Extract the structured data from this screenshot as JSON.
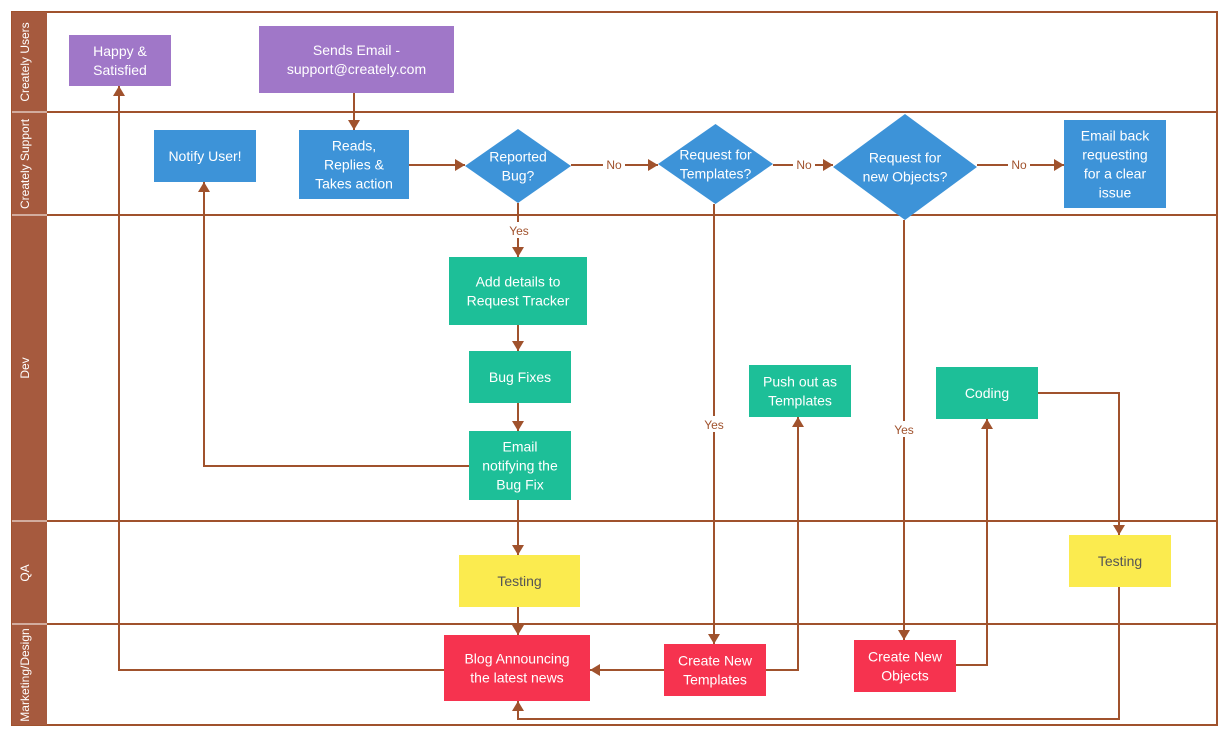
{
  "colors": {
    "lane_border": "#a0522d",
    "lane_header": "#a65a3e",
    "purple": "#a077c8",
    "blue": "#3d93d8",
    "green": "#1dbf98",
    "yellow": "#fbeb4f",
    "red": "#f6334f"
  },
  "lanes": [
    {
      "id": "users",
      "label": "Creately Users"
    },
    {
      "id": "support",
      "label": "Creately Support"
    },
    {
      "id": "dev",
      "label": "Dev"
    },
    {
      "id": "qa",
      "label": "QA"
    },
    {
      "id": "marketing",
      "label": "Marketing/Design"
    }
  ],
  "nodes": {
    "happy": {
      "lines": [
        "Happy &",
        "Satisfied"
      ],
      "color": "purple"
    },
    "sends_email": {
      "lines": [
        "Sends Email -",
        "support@creately.com"
      ],
      "color": "purple"
    },
    "notify_user": {
      "lines": [
        "Notify User!"
      ],
      "color": "blue"
    },
    "reads": {
      "lines": [
        "Reads,",
        "Replies &",
        "Takes action"
      ],
      "color": "blue"
    },
    "reported_bug": {
      "lines": [
        "Reported",
        "Bug?"
      ],
      "color": "blue",
      "shape": "diamond"
    },
    "req_templates": {
      "lines": [
        "Request for",
        "Templates?"
      ],
      "color": "blue",
      "shape": "diamond"
    },
    "req_objects": {
      "lines": [
        "Request for",
        "new Objects?"
      ],
      "color": "blue",
      "shape": "diamond"
    },
    "email_back": {
      "lines": [
        "Email back",
        "requesting",
        "for a clear",
        "issue"
      ],
      "color": "blue"
    },
    "add_details": {
      "lines": [
        "Add details to",
        "Request Tracker"
      ],
      "color": "green"
    },
    "bug_fixes": {
      "lines": [
        "Bug Fixes"
      ],
      "color": "green"
    },
    "email_notify": {
      "lines": [
        "Email",
        "notifying the",
        "Bug Fix"
      ],
      "color": "green"
    },
    "push_out": {
      "lines": [
        "Push out as",
        "Templates"
      ],
      "color": "green"
    },
    "coding": {
      "lines": [
        "Coding"
      ],
      "color": "green"
    },
    "testing_1": {
      "lines": [
        "Testing"
      ],
      "color": "yellow"
    },
    "testing_2": {
      "lines": [
        "Testing"
      ],
      "color": "yellow"
    },
    "blog": {
      "lines": [
        "Blog Announcing",
        "the latest news"
      ],
      "color": "red"
    },
    "create_templates": {
      "lines": [
        "Create New",
        "Templates"
      ],
      "color": "red"
    },
    "create_objects": {
      "lines": [
        "Create New",
        "Objects"
      ],
      "color": "red"
    }
  },
  "edge_labels": {
    "no_1": "No",
    "no_2": "No",
    "no_3": "No",
    "yes_bug": "Yes",
    "yes_templates": "Yes",
    "yes_objects": "Yes"
  }
}
